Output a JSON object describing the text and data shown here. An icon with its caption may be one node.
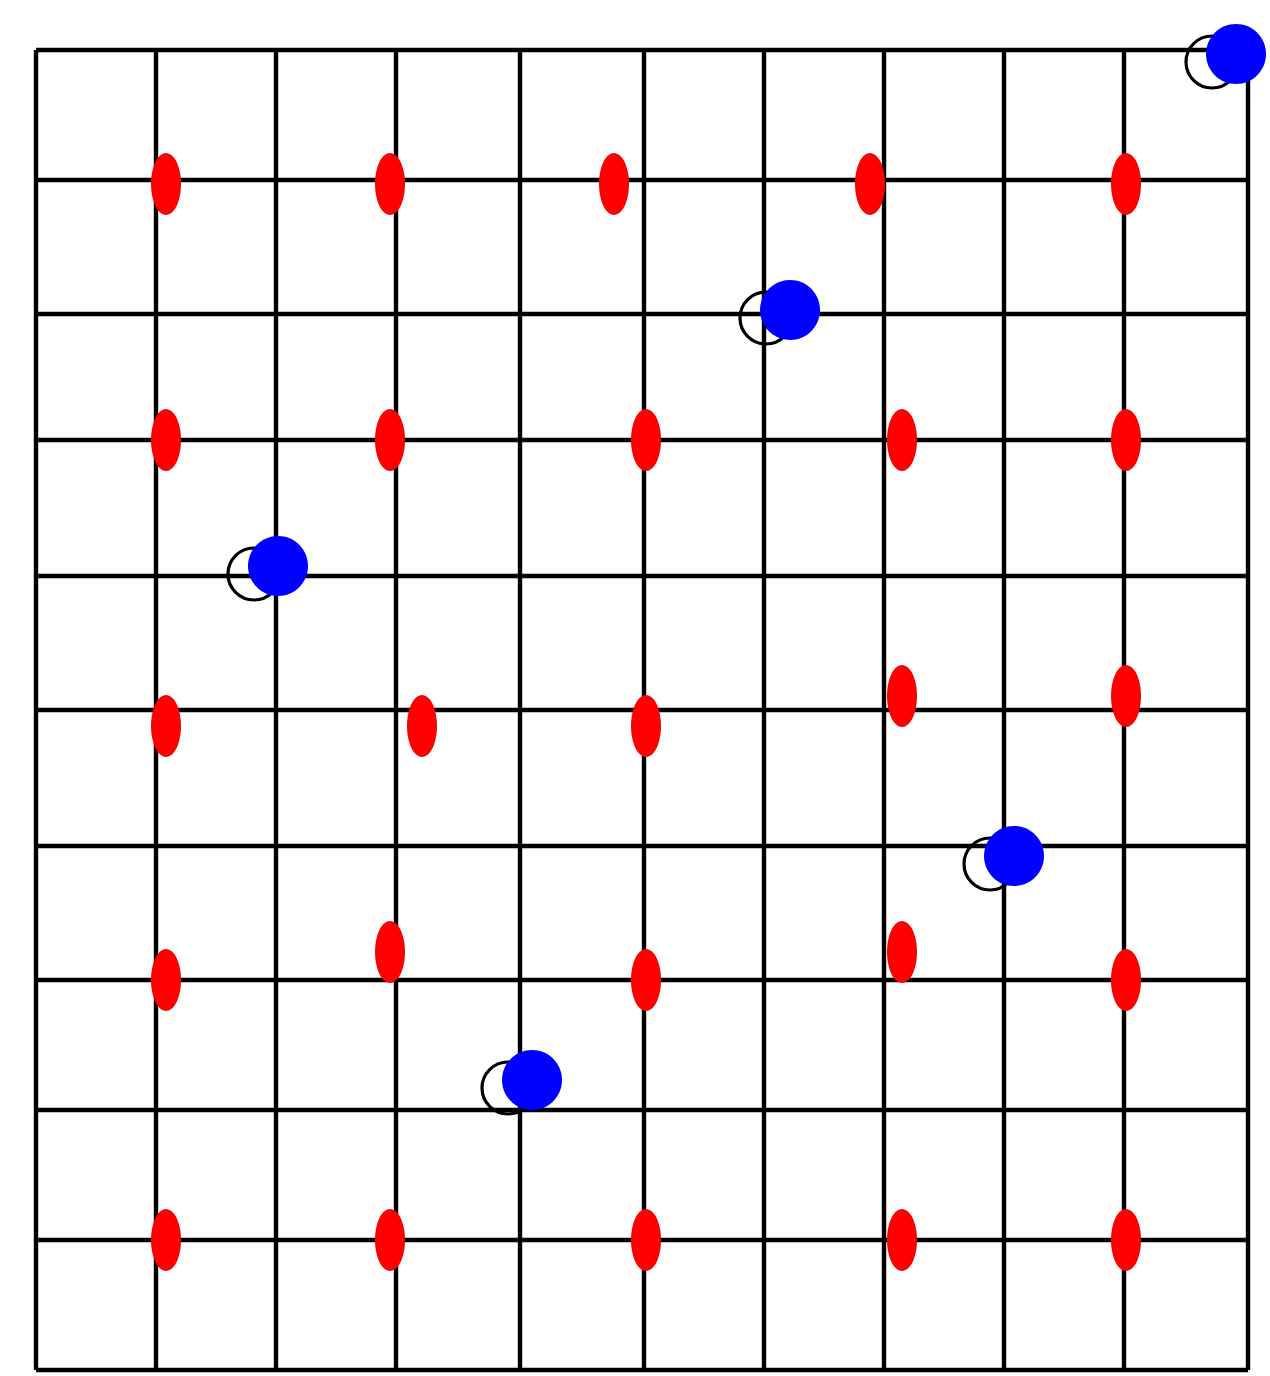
{
  "diagram": {
    "nodes": [
      {
        "text": [],
        "shape": "circle"
      },
      {
        "text": [],
        "shape": "ellipse"
      },
      {
        "text": [],
        "shape": "ellipse"
      },
      {
        "text": [],
        "shape": "ellipse"
      },
      {
        "text": [],
        "shape": "ellipse"
      },
      {
        "text": [],
        "shape": "ellipse"
      },
      {
        "text": [],
        "shape": "circle"
      },
      {
        "text": [],
        "shape": "ellipse"
      },
      {
        "text": [],
        "shape": "ellipse"
      },
      {
        "text": [],
        "shape": "ellipse"
      },
      {
        "text": [],
        "shape": "ellipse"
      },
      {
        "text": [],
        "shape": "ellipse"
      },
      {
        "text": [],
        "shape": "circle"
      },
      {
        "text": [],
        "shape": "ellipse"
      },
      {
        "text": [],
        "shape": "ellipse"
      },
      {
        "text": [],
        "shape": "ellipse"
      },
      {
        "text": [],
        "shape": "ellipse"
      },
      {
        "text": [],
        "shape": "ellipse"
      },
      {
        "text": [],
        "shape": "circle"
      },
      {
        "text": [],
        "shape": "ellipse"
      },
      {
        "text": [],
        "shape": "ellipse"
      },
      {
        "text": [],
        "shape": "ellipse"
      },
      {
        "text": [],
        "shape": "ellipse"
      },
      {
        "text": [],
        "shape": "ellipse"
      },
      {
        "text": [],
        "shape": "circle"
      },
      {
        "text": [],
        "shape": "ellipse"
      },
      {
        "text": [],
        "shape": "ellipse"
      },
      {
        "text": [],
        "shape": "ellipse"
      },
      {
        "text": [],
        "shape": "ellipse"
      },
      {
        "text": [],
        "shape": "ellipse"
      }
    ]
  }
}
